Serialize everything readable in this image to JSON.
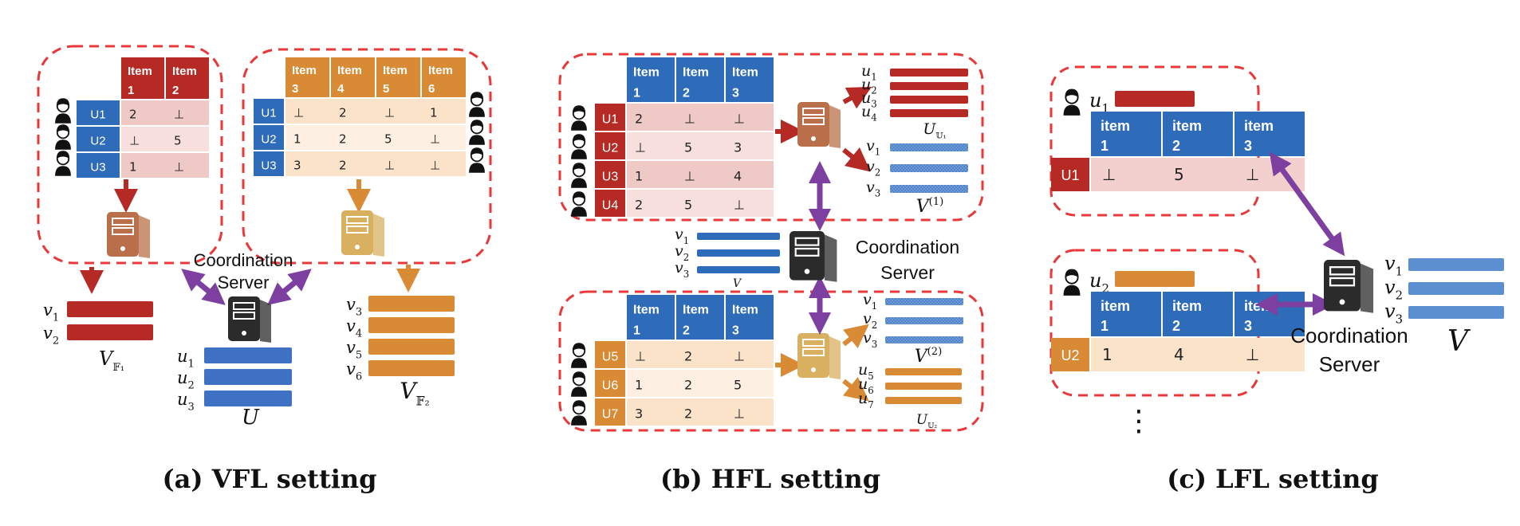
{
  "symbols": {
    "bottom": "⊥"
  },
  "colors": {
    "red": "#b52a25",
    "red_light": "#f2d3d1",
    "orange": "#d98a34",
    "orange_light": "#fbe6cf",
    "blue": "#2e6bb8",
    "blue_light": "#3f71c4",
    "purple": "#7d3fa0",
    "dash": "#e8383a",
    "tan": "#d8b060",
    "brown": "#b9704a",
    "dark": "#2b2b2b"
  },
  "vfl": {
    "caption": "(a) VFL setting",
    "table1": {
      "headers": [
        [
          "Item",
          "1"
        ],
        [
          "Item",
          "2"
        ]
      ],
      "rows": [
        {
          "user": "U1",
          "cells": [
            "2",
            "⊥"
          ]
        },
        {
          "user": "U2",
          "cells": [
            "⊥",
            "5"
          ]
        },
        {
          "user": "U3",
          "cells": [
            "1",
            "⊥"
          ]
        }
      ]
    },
    "table2": {
      "headers": [
        [
          "Item",
          "3"
        ],
        [
          "Item",
          "4"
        ],
        [
          "Item",
          "5"
        ],
        [
          "Item",
          "6"
        ]
      ],
      "rows": [
        {
          "user": "U1",
          "cells": [
            "⊥",
            "2",
            "⊥",
            "1"
          ]
        },
        {
          "user": "U2",
          "cells": [
            "1",
            "2",
            "5",
            "⊥"
          ]
        },
        {
          "user": "U3",
          "cells": [
            "3",
            "2",
            "⊥",
            "⊥"
          ]
        }
      ]
    },
    "server_label": [
      "Coordination",
      "Server"
    ],
    "vf1": {
      "names": [
        "v",
        "v"
      ],
      "subs": [
        "1",
        "2"
      ],
      "label": "V",
      "label_sub": "𝔽₁"
    },
    "vf2": {
      "names": [
        "v",
        "v",
        "v",
        "v"
      ],
      "subs": [
        "3",
        "4",
        "5",
        "6"
      ],
      "label": "V",
      "label_sub": "𝔽₂"
    },
    "u": {
      "names": [
        "u",
        "u",
        "u"
      ],
      "subs": [
        "1",
        "2",
        "3"
      ],
      "label": "U"
    }
  },
  "hfl": {
    "caption": "(b) HFL setting",
    "table1": {
      "headers": [
        [
          "Item",
          "1"
        ],
        [
          "Item",
          "2"
        ],
        [
          "Item",
          "3"
        ]
      ],
      "rows": [
        {
          "user": "U1",
          "cells": [
            "2",
            "⊥",
            "⊥"
          ]
        },
        {
          "user": "U2",
          "cells": [
            "⊥",
            "5",
            "3"
          ]
        },
        {
          "user": "U3",
          "cells": [
            "1",
            "⊥",
            "4"
          ]
        },
        {
          "user": "U4",
          "cells": [
            "2",
            "5",
            "⊥"
          ]
        }
      ]
    },
    "table2": {
      "headers": [
        [
          "Item",
          "1"
        ],
        [
          "Item",
          "2"
        ],
        [
          "Item",
          "3"
        ]
      ],
      "rows": [
        {
          "user": "U5",
          "cells": [
            "⊥",
            "2",
            "⊥"
          ]
        },
        {
          "user": "U6",
          "cells": [
            "1",
            "2",
            "5"
          ]
        },
        {
          "user": "U7",
          "cells": [
            "3",
            "2",
            "⊥"
          ]
        }
      ]
    },
    "server_label": [
      "Coordination",
      "Server"
    ],
    "uu1": {
      "names": [
        "u",
        "u",
        "u",
        "u"
      ],
      "subs": [
        "1",
        "2",
        "3",
        "4"
      ],
      "label": "U",
      "label_sub": "𝕌₁"
    },
    "v1": {
      "names": [
        "v",
        "v",
        "v"
      ],
      "subs": [
        "1",
        "2",
        "3"
      ],
      "label": "V",
      "label_sup": "(1)"
    },
    "v": {
      "names": [
        "v",
        "v",
        "v"
      ],
      "subs": [
        "1",
        "2",
        "3"
      ],
      "label": "V"
    },
    "v2": {
      "names": [
        "v",
        "v",
        "v"
      ],
      "subs": [
        "1",
        "2",
        "3"
      ],
      "label": "V",
      "label_sup": "(2)"
    },
    "uu2": {
      "names": [
        "u",
        "u",
        "u"
      ],
      "subs": [
        "5",
        "6",
        "7"
      ],
      "label": "U",
      "label_sub": "𝕌₂"
    }
  },
  "lfl": {
    "caption": "(c) LFL setting",
    "client1": {
      "user_name": "u",
      "user_sub": "1",
      "headers": [
        [
          "item",
          "1"
        ],
        [
          "item",
          "2"
        ],
        [
          "item",
          "3"
        ]
      ],
      "row": {
        "user": "U1",
        "cells": [
          "⊥",
          "5",
          "⊥"
        ]
      }
    },
    "client2": {
      "user_name": "u",
      "user_sub": "2",
      "headers": [
        [
          "item",
          "1"
        ],
        [
          "item",
          "2"
        ],
        [
          "item",
          "3"
        ]
      ],
      "row": {
        "user": "U2",
        "cells": [
          "1",
          "4",
          "⊥"
        ]
      }
    },
    "ellipsis": "⋮",
    "server_label": [
      "Coordination",
      "Server"
    ],
    "v": {
      "names": [
        "v",
        "v",
        "v"
      ],
      "subs": [
        "1",
        "2",
        "3"
      ],
      "label": "V"
    }
  }
}
